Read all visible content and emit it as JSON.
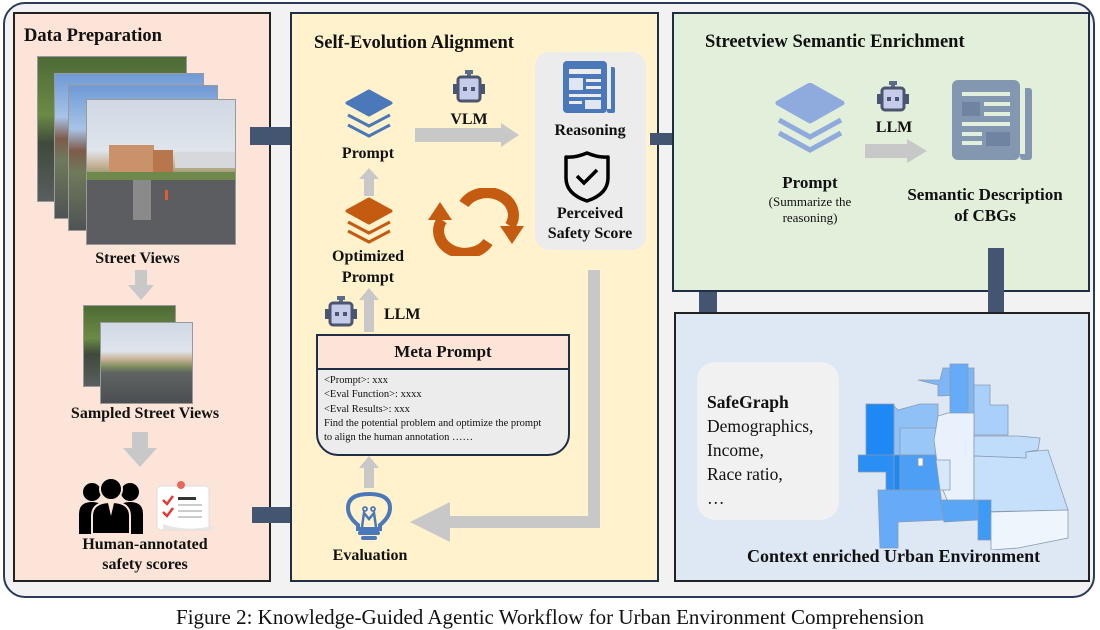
{
  "panels": {
    "data_preparation": {
      "title": "Data Preparation",
      "street_views_label": "Street Views",
      "sampled_label": "Sampled Street Views",
      "human_label_line1": "Human-annotated",
      "human_label_line2": "safety scores"
    },
    "self_evolution": {
      "title": "Self-Evolution Alignment",
      "prompt_label": "Prompt",
      "vlm_label": "VLM",
      "reasoning_label": "Reasoning",
      "score_label_line1": "Perceived",
      "score_label_line2": "Safety Score",
      "optimized_line1": "Optimized",
      "optimized_line2": "Prompt",
      "llm_label": "LLM",
      "meta_prompt": {
        "title": "Meta Prompt",
        "lines": [
          "<Prompt>: xxx",
          "<Eval Function>: xxxx",
          "<Eval Results>: xxx",
          "Find the potential problem and optimize the prompt",
          "to align the human annotation ……"
        ]
      },
      "evaluation_label": "Evaluation"
    },
    "streetview_enrichment": {
      "title": "Streetview Semantic Enrichment",
      "prompt_label": "Prompt",
      "prompt_sub_line1": "(Summarize the",
      "prompt_sub_line2": "reasoning)",
      "llm_label": "LLM",
      "desc_line1": "Semantic Description",
      "desc_line2": "of CBGs"
    },
    "context": {
      "title": "Context enriched Urban Environment",
      "safegraph": {
        "heading": "SafeGraph",
        "items": [
          "Demographics,",
          "Income,",
          "Race ratio,",
          "…"
        ]
      }
    }
  },
  "colors": {
    "dark_arrow": "#435570",
    "gray_arrow": "#c8c8c8",
    "prompt_blue": "#4a78b8",
    "optimized_orange": "#c55a11",
    "light_blue": "#8faadc",
    "data_panel_bg": "#fce5d8",
    "self_panel_bg": "#fff2cc",
    "street_panel_bg": "#e2efda",
    "context_panel_bg": "#dde8f4"
  },
  "caption": "Figure 2: Knowledge-Guided Agentic Workflow for Urban Environment Comprehension"
}
